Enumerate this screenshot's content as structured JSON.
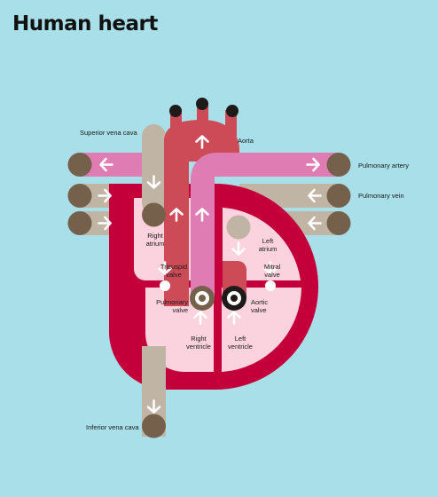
{
  "title": "Human heart",
  "colors": {
    "background": "#a8dfe9",
    "heart_wall": "#c4003a",
    "chamber": "#fbd3df",
    "pulmonary_artery": "#e07cb4",
    "aorta": "#cd4a57",
    "vena_cava": "#c0b4a5",
    "vessel_end": "#75604b",
    "aorta_branch_tip": "#1e1a1a"
  },
  "labels": {
    "superior_vena_cava": "Superior vena cava",
    "aorta": "Aorta",
    "pulmonary_artery": "Pulmonary artery",
    "pulmonary_vein": "Pulmonary vein",
    "right_atrium": [
      "Right",
      "atrium"
    ],
    "left_atrium": [
      "Left",
      "atrium"
    ],
    "tricuspid_valve": [
      "Tricuspid",
      "valve"
    ],
    "mitral_valve": [
      "Mitral",
      "valve"
    ],
    "pulmonary_valve": [
      "Pulmonary",
      "valve"
    ],
    "aortic_valve": [
      "Aortic",
      "valve"
    ],
    "right_ventricle": [
      "Right",
      "ventricle"
    ],
    "left_ventricle": [
      "Left",
      "ventricle"
    ],
    "inferior_vena_cava": "Inferior vena cava"
  },
  "icons": {
    "flow_arrow": "flow-arrow-icon",
    "valve_marker": "valve-dot-icon"
  }
}
